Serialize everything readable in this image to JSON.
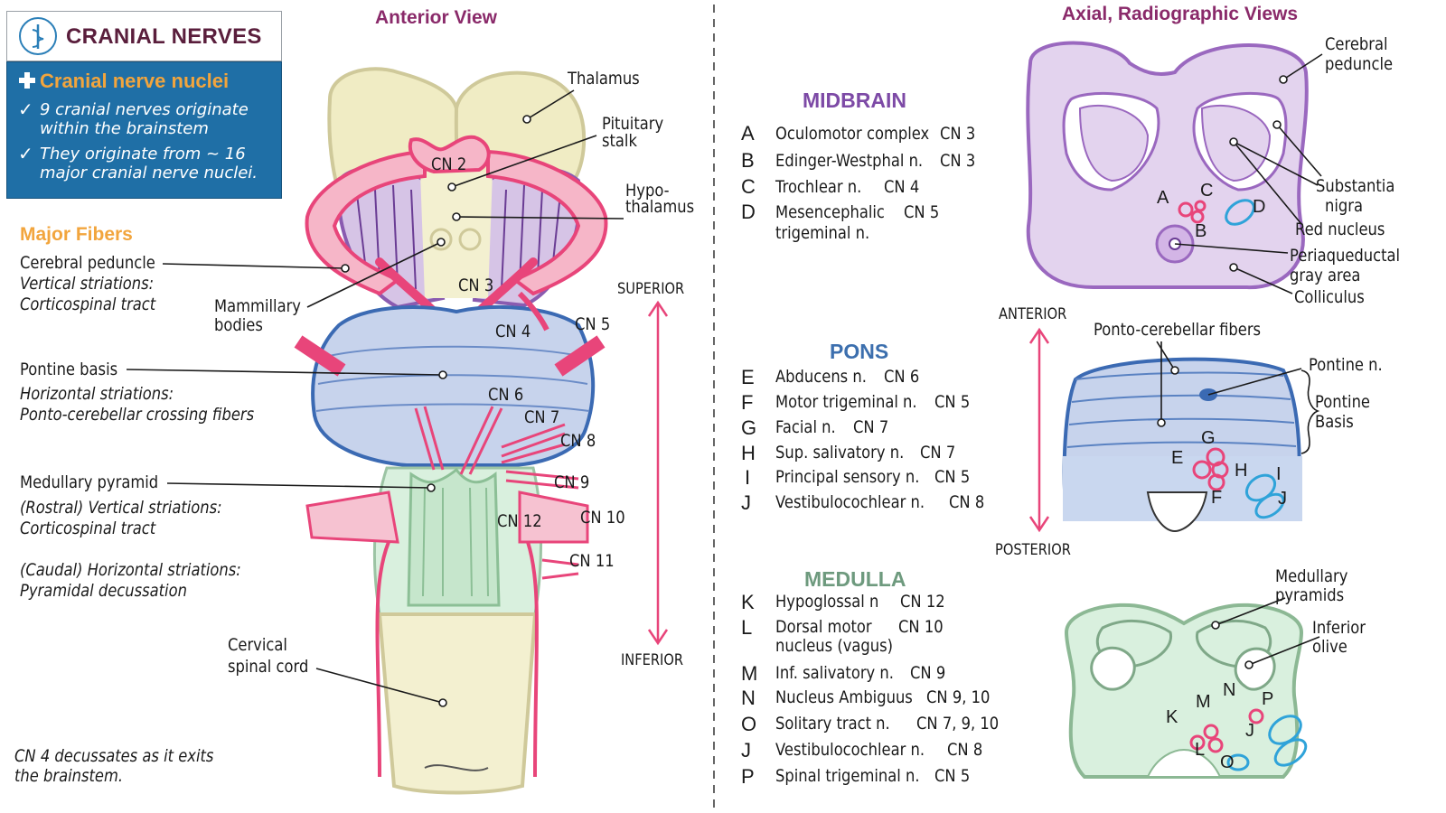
{
  "header": {
    "title": "CRANIAL NERVES",
    "subtitle": "Cranial nerve nuclei",
    "bullets": [
      "9 cranial nerves originate\nwithin the brainstem",
      "They originate from ~ 16\nmajor cranial nerve nuclei."
    ]
  },
  "anterior_view": {
    "title": "Anterior View",
    "major_fibers_title": "Major Fibers",
    "fibers": [
      {
        "name": "Cerebral peduncle",
        "line1": "Vertical striations:",
        "line2": "Corticospinal tract"
      },
      {
        "name": "Pontine basis",
        "line1": "Horizontal striations:",
        "line2": "Ponto-cerebellar crossing fibers"
      },
      {
        "name": "Medullary pyramid",
        "line1": "(Rostral) Vertical striations:",
        "line2": "Corticospinal tract",
        "line3": "(Caudal) Horizontal striations:",
        "line4": "Pyramidal decussation"
      }
    ],
    "labels": {
      "thalamus": "Thalamus",
      "pituitary_1": "Pituitary",
      "pituitary_2": "stalk",
      "hypo_1": "Hypo-",
      "hypo_2": "thalamus",
      "mammillary_1": "Mammillary",
      "mammillary_2": "bodies",
      "cervical_1": "Cervical",
      "cervical_2": "spinal cord"
    },
    "nerves": [
      "CN 2",
      "CN 3",
      "CN 4",
      "CN 5",
      "CN 6",
      "CN 7",
      "CN 8",
      "CN 9",
      "CN 10",
      "CN 11",
      "CN 12"
    ],
    "axis": {
      "top": "SUPERIOR",
      "bottom": "INFERIOR"
    },
    "note_1": "CN 4 decussates as it exits",
    "note_2": "the brainstem."
  },
  "axial_views": {
    "title": "Axial, Radiographic Views",
    "midbrain": {
      "title": "MIDBRAIN",
      "nuclei": [
        {
          "letter": "A",
          "name": "Oculomotor complex",
          "cn": "CN 3"
        },
        {
          "letter": "B",
          "name": "Edinger-Westphal n.",
          "cn": "CN 3"
        },
        {
          "letter": "C",
          "name": "Trochlear n.",
          "cn": "CN 4"
        },
        {
          "letter": "D",
          "name": "Mesencephalic",
          "name2": "trigeminal n.",
          "cn": "CN 5"
        }
      ],
      "labels": {
        "cerebral_1": "Cerebral",
        "cerebral_2": "peduncle",
        "substantia_1": "Substantia",
        "substantia_2": "nigra",
        "red": "Red nucleus",
        "peri_1": "Periaqueductal",
        "peri_2": "gray area",
        "colliculus": "Colliculus"
      }
    },
    "pons": {
      "title": "PONS",
      "nuclei": [
        {
          "letter": "E",
          "name": "Abducens n.",
          "cn": "CN 6"
        },
        {
          "letter": "F",
          "name": "Motor trigeminal n.",
          "cn": "CN 5"
        },
        {
          "letter": "G",
          "name": "Facial n.",
          "cn": "CN 7"
        },
        {
          "letter": "H",
          "name": "Sup. salivatory n.",
          "cn": "CN 7"
        },
        {
          "letter": "I",
          "name": "Principal sensory n.",
          "cn": "CN 5"
        },
        {
          "letter": "J",
          "name": "Vestibulocochlear n.",
          "cn": "CN 8"
        }
      ],
      "labels": {
        "ponto": "Ponto-cerebellar fibers",
        "pontine_n": "Pontine n.",
        "basis_1": "Pontine",
        "basis_2": "Basis"
      },
      "axis": {
        "top": "ANTERIOR",
        "bottom": "POSTERIOR"
      }
    },
    "medulla": {
      "title": "MEDULLA",
      "nuclei": [
        {
          "letter": "K",
          "name": "Hypoglossal n",
          "cn": "CN 12"
        },
        {
          "letter": "L",
          "name": "Dorsal motor",
          "name2": "nucleus (vagus)",
          "cn": "CN 10"
        },
        {
          "letter": "M",
          "name": "Inf. salivatory n.",
          "cn": "CN 9"
        },
        {
          "letter": "N",
          "name": "Nucleus Ambiguus",
          "cn": "CN 9, 10"
        },
        {
          "letter": "O",
          "name": "Solitary tract n.",
          "cn": "CN 7, 9, 10"
        },
        {
          "letter": "J",
          "name": "Vestibulocochlear n.",
          "cn": "CN 8"
        },
        {
          "letter": "P",
          "name": "Spinal trigeminal n.",
          "cn": "CN 5"
        }
      ],
      "labels": {
        "pyr_1": "Medullary",
        "pyr_2": "pyramids",
        "olive_1": "Inferior",
        "olive_2": "olive"
      }
    }
  },
  "colors": {
    "title_text": "#5a1e3c",
    "blue_box": "#1f6fa6",
    "accent_orange": "#f2a53d",
    "section_purple": "#8a3a9a",
    "midbrain_title": "#7d4aa6",
    "pons_title": "#3c6fae",
    "medulla_title": "#6e9a7e",
    "nerve_pink": "#e8457a",
    "nucleus_blue": "#2fa3d9"
  }
}
